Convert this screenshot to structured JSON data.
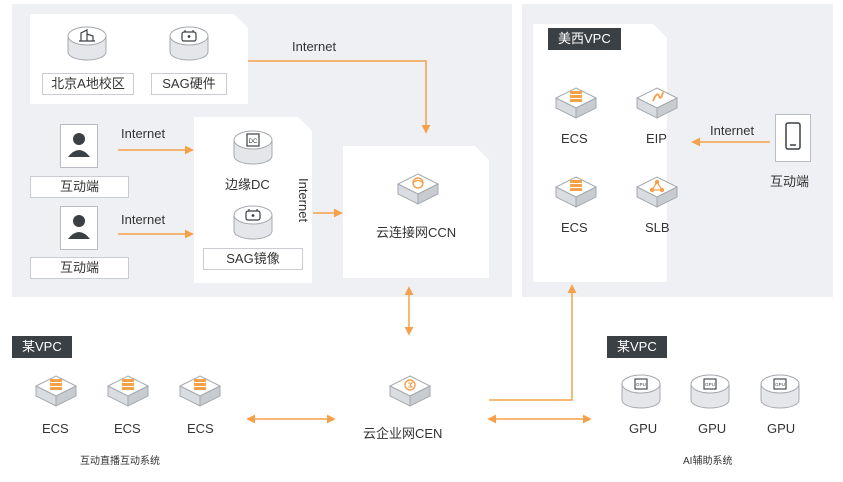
{
  "labels": {
    "beijing_campus": "北京A地校区",
    "sag_hardware": "SAG硬件",
    "terminal_top": "互动端",
    "terminal_mid": "互动端",
    "terminal_right": "互动端",
    "edge_dc": "边缘DC",
    "sag_mirror": "SAG镜像",
    "ccn": "云连接网CCN",
    "cen": "云企业网CEN",
    "us_west_vpc": "美西VPC",
    "ecs_a": "ECS",
    "ecs_b": "ECS",
    "eip": "EIP",
    "slb": "SLB",
    "vpc_left": "某VPC",
    "vpc_right": "某VPC",
    "ecs_1": "ECS",
    "ecs_2": "ECS",
    "ecs_3": "ECS",
    "gpu_1": "GPU",
    "gpu_2": "GPU",
    "gpu_3": "GPU",
    "live_system": "互动直播互动系统",
    "ai_system": "AI辅助系统",
    "internet_top": "Internet",
    "internet_user1": "Internet",
    "internet_user2": "Internet",
    "internet_vertical": "Internet",
    "internet_right": "Internet"
  },
  "icons": {
    "dc": "DC",
    "gpu": "GPU"
  },
  "colors": {
    "accent": "#f5a04a",
    "dark_tag": "#3b4045",
    "region_bg": "#eef0f3",
    "icon_gray": "#3b4045"
  }
}
